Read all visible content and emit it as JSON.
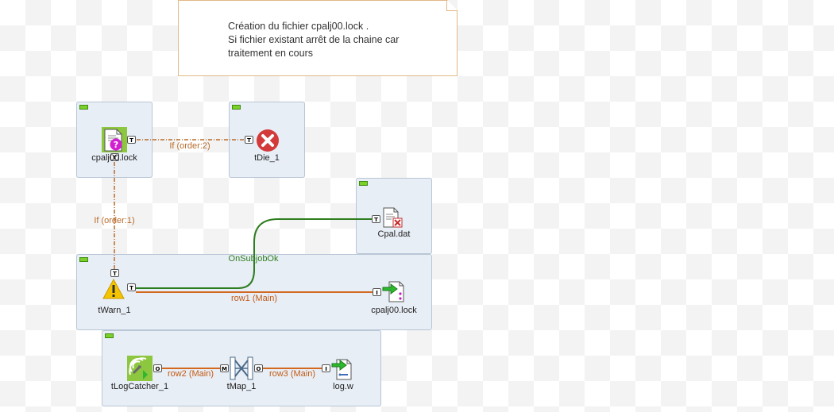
{
  "note": {
    "lines": "Création du fichier cpalj00.lock .\nSi fichier existant arrêt de la chaine car\ntraitement en cours"
  },
  "components": {
    "cpalj_lock_check": "cpalj00.lock",
    "tdie": "tDie_1",
    "cpal_dat": "Cpal.dat",
    "twarn": "tWarn_1",
    "cpalj_lock_out": "cpalj00.lock",
    "tlogcatcher": "tLogCatcher_1",
    "tmap": "tMap_1",
    "logw": "log.w"
  },
  "links": {
    "if_order2": "If (order:2)",
    "if_order1": "If (order:1)",
    "onsubjobok": "OnSubjobOk",
    "row1": "row1 (Main)",
    "row2": "row2 (Main)",
    "row3": "row3 (Main)"
  },
  "connector_letters": {
    "trigger": "T",
    "input": "I",
    "output": "O",
    "main": "M"
  },
  "colors": {
    "if_link": "#b86b2a",
    "row_link": "#d2691e",
    "subjob_ok": "#2e7d1e",
    "subjob_bg": "#e8eef6"
  }
}
